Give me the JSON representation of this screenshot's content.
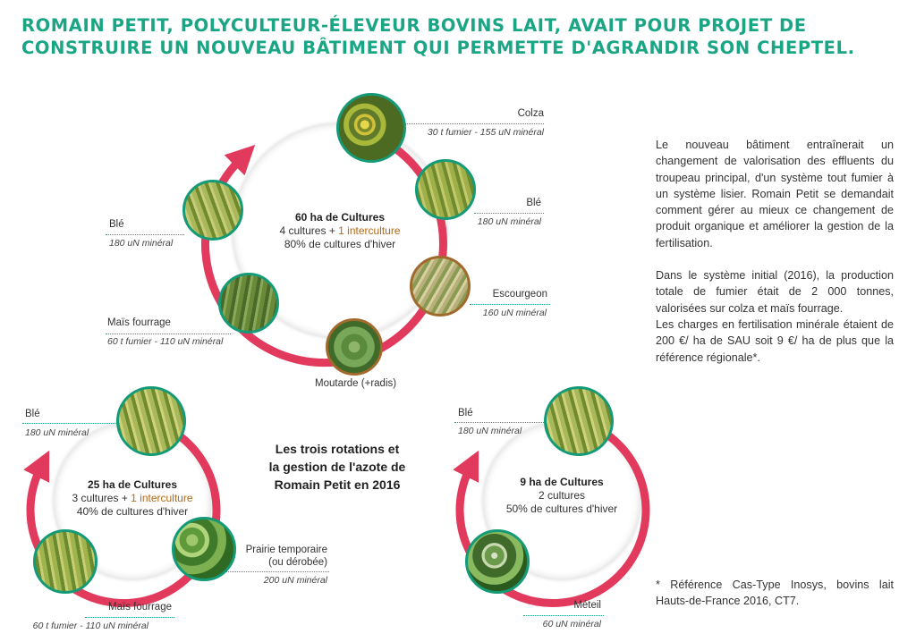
{
  "title": {
    "line1": "ROMAIN PETIT, POLYCULTEUR-ÉLEVEUR BOVINS LAIT, AVAIT POUR PROJET DE",
    "line2": "CONSTRUIRE UN NOUVEAU BÂTIMENT QUI PERMETTE D'AGRANDIR SON CHEPTEL."
  },
  "rotation1": {
    "center": {
      "heading": "60 ha de Cultures",
      "cultures": "4 cultures + ",
      "interculture": "1 interculture",
      "winter": "80% de cultures d'hiver"
    },
    "crops": [
      {
        "name": "Colza",
        "detail": "30 t fumier - 155 uN minéral"
      },
      {
        "name": "Blé",
        "detail": "180 uN minéral"
      },
      {
        "name": "Escourgeon",
        "detail": "160 uN minéral"
      },
      {
        "name": "Moutarde (+radis)",
        "detail": ""
      },
      {
        "name": "Maïs fourrage",
        "detail": "60 t fumier - 110 uN minéral"
      },
      {
        "name": "Blé",
        "detail": "180 uN minéral"
      }
    ]
  },
  "rotation2": {
    "center": {
      "heading": "25 ha de Cultures",
      "cultures": "3 cultures + ",
      "interculture": "1 interculture",
      "winter": "40% de cultures d'hiver"
    },
    "crops": [
      {
        "name": "Blé",
        "detail": "180 uN minéral"
      },
      {
        "name_line1": "Prairie temporaire",
        "name_line2": "(ou dérobée)",
        "detail": "200 uN minéral"
      },
      {
        "name": "Maïs fourrage",
        "detail": "60 t fumier - 110 uN minéral"
      }
    ]
  },
  "rotation3": {
    "center": {
      "heading": "9 ha de Cultures",
      "cultures": "2 cultures",
      "winter": "50% de cultures d'hiver"
    },
    "crops": [
      {
        "name": "Blé",
        "detail": "180 uN minéral"
      },
      {
        "name": "Méteil",
        "detail": "60 uN minéral"
      }
    ]
  },
  "middle_caption": {
    "line1": "Les trois rotations et",
    "line2": "la gestion de l'azote de",
    "line3": "Romain Petit en 2016"
  },
  "side_text": {
    "para1": "Le nouveau bâtiment entraînerait un changement de valorisation des effluents du troupeau principal, d'un système tout fumier à un système lisier. Romain Petit se demandait comment gérer au mieux ce changement de produit organique et améliorer la gestion de la fertilisation.",
    "para2": "Dans le système initial (2016), la production totale de fumier était de 2 000 tonnes, valorisées sur colza et maïs fourrage.",
    "para3": "Les charges en fertilisation minérale étaient de 200 €/ ha de SAU soit 9 €/ ha de plus que la référence régionale*."
  },
  "footnote": "* Référence Cas-Type Inosys, bovins lait Hauts-de-France 2016, CT7.",
  "colors": {
    "title_green": "#1aa685",
    "arrow_red": "#e23a5c",
    "interculture": "#b06a1d",
    "photo_border": "#159a78"
  }
}
